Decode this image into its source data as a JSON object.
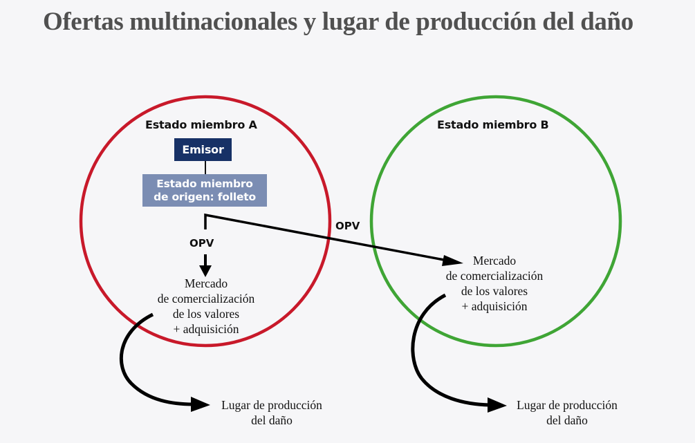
{
  "title": "Ofertas multinacionales y lugar de producción del daño",
  "colors": {
    "background": "#f6f6f8",
    "title_text": "#505050",
    "state_a_circle": "#c8192a",
    "state_b_circle": "#3fa535",
    "emisor_box": "#173166",
    "folleto_box": "#7b8db3",
    "arrows": "#000000"
  },
  "state_a": {
    "label": "Estado miembro A",
    "emisor": "Emisor",
    "origin_box": {
      "line1": "Estado miembro",
      "line2": "de origen: folleto"
    },
    "opv_label": "OPV",
    "market": {
      "line1": "Mercado",
      "line2": "de comercialización",
      "line3": "de los valores",
      "line4": "+ adquisición"
    },
    "damage_place": {
      "line1": "Lugar de producción",
      "line2": "del daño"
    }
  },
  "cross_border": {
    "opv_label": "OPV"
  },
  "state_b": {
    "label": "Estado miembro B",
    "market": {
      "line1": "Mercado",
      "line2": "de comercialización",
      "line3": "de los valores",
      "line4": "+ adquisición"
    },
    "damage_place": {
      "line1": "Lugar de producción",
      "line2": "del daño"
    }
  }
}
